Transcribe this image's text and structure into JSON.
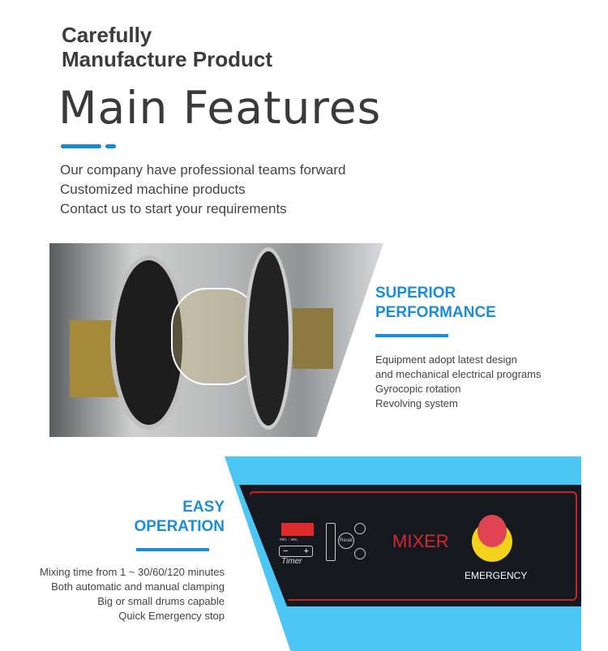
{
  "header": {
    "subtitle_line1": "Carefully",
    "subtitle_line2": "Manufacture Product",
    "title": "Main Features"
  },
  "intro": [
    "Our company have professional teams forward",
    "Customized machine products",
    "Contact us to start your requirements"
  ],
  "feature1": {
    "title_line1": "SUPERIOR",
    "title_line2": "PERFORMANCE",
    "lines": [
      "Equipment adopt latest design",
      "and mechanical electrical programs",
      "Gyrocopic rotation",
      "Revolving system"
    ]
  },
  "feature2": {
    "title_line1": "EASY",
    "title_line2": "OPERATION",
    "lines": [
      "Mixing time from 1 ~ 30/60/120 minutes",
      "Both automatic and manual clamping",
      "Big or small drums capable",
      "Quick Emergency stop"
    ]
  },
  "panel": {
    "brand": "MIXER",
    "emergency": "EMERGENCY",
    "timer": "Timer",
    "units": "min. : sec.",
    "reset": "Reset"
  },
  "colors": {
    "accent": "#1a8fd8",
    "machine_blue": "#4cc6f5"
  }
}
